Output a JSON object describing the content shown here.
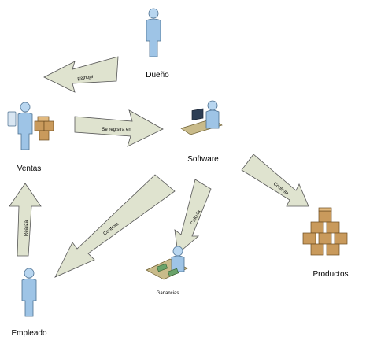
{
  "nodes": {
    "dueno": "Dueño",
    "ventas": "Ventas",
    "software": "Software",
    "empleado": "Empleado",
    "ganancias": "Ganancias",
    "productos": "Productos"
  },
  "edges": {
    "dueno_ventas": "Estudia",
    "ventas_software": "Se registra en",
    "software_empleado": "Controla",
    "software_ganancias": "Calcula",
    "software_productos": "Controla",
    "empleado_ventas": "Realiza"
  },
  "colors": {
    "arrow_fill": "#dfe3cf",
    "person": "#9ec4e6",
    "box": "#c99a5c"
  }
}
